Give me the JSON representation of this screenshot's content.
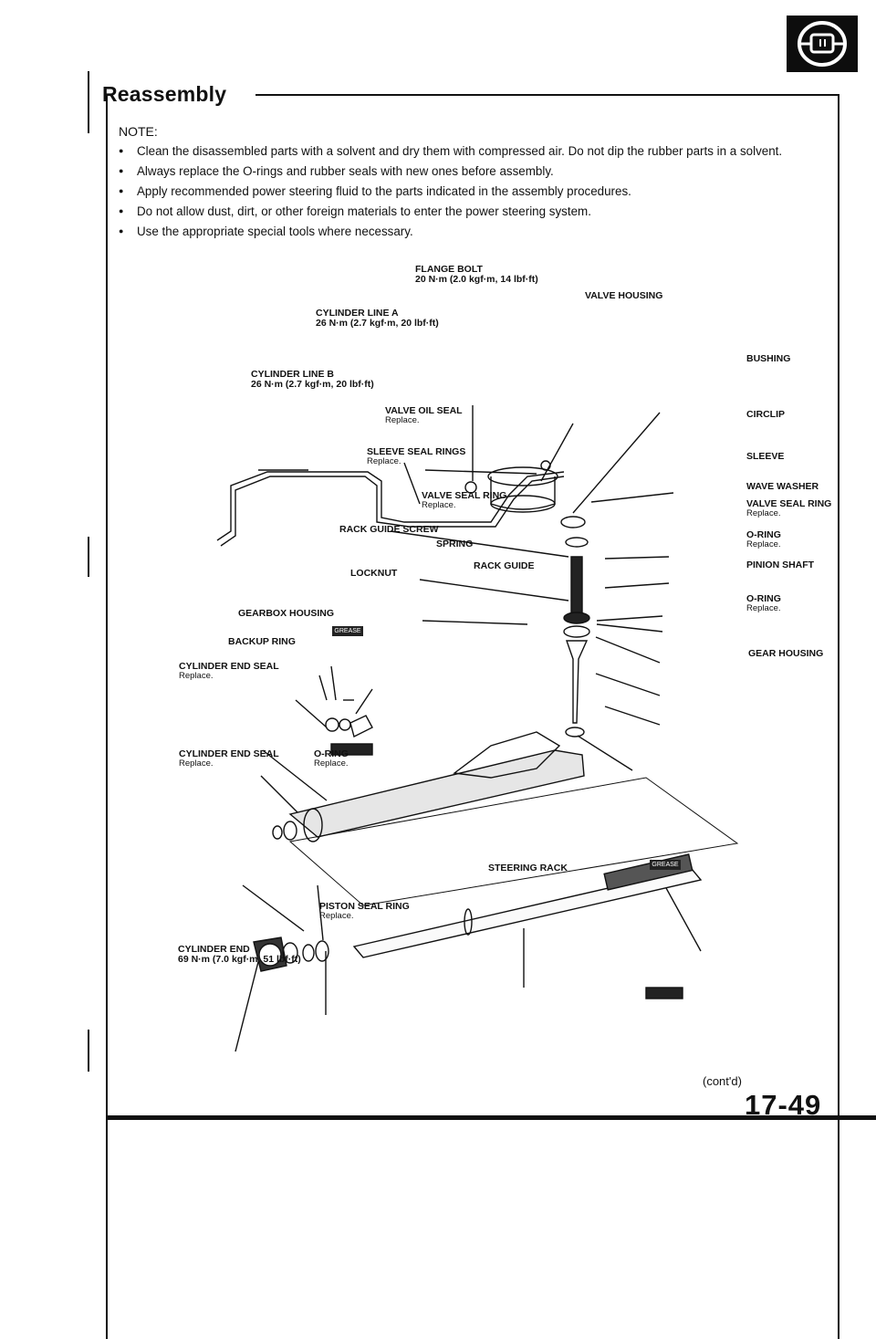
{
  "header": {
    "title": "Reassembly",
    "icon": "steering-wheel-icon"
  },
  "note": {
    "label": "NOTE:",
    "items": [
      "Clean the disassembled parts with a solvent and dry them with compressed air. Do not dip the rubber parts in a solvent.",
      "Always replace the O-rings and rubber seals with new ones before assembly.",
      "Apply recommended power steering fluid to the parts indicated in the assembly procedures.",
      "Do not allow dust, dirt, or other foreign materials to enter the power steering system.",
      "Use the appropriate special tools where necessary."
    ]
  },
  "diagram": {
    "flange_bolt": "FLANGE BOLT",
    "flange_bolt_torque": "20 N·m (2.0 kgf·m, 14 lbf·ft)",
    "valve_housing": "VALVE HOUSING",
    "cylinder_line_a": "CYLINDER LINE A",
    "cylinder_line_a_torque": "26 N·m (2.7 kgf·m, 20 lbf·ft)",
    "bushing": "BUSHING",
    "cylinder_line_b": "CYLINDER LINE B",
    "cylinder_line_b_torque": "26 N·m (2.7 kgf·m, 20 lbf·ft)",
    "valve_oil_seal": "VALVE OIL SEAL",
    "replace": "Replace.",
    "circlip": "CIRCLIP",
    "sleeve_seal_rings": "SLEEVE SEAL RINGS",
    "sleeve": "SLEEVE",
    "wave_washer": "WAVE WASHER",
    "valve_seal_ring": "VALVE SEAL RING",
    "valve_seal_ring_right": "VALVE SEAL RING",
    "rack_guide_screw": "RACK GUIDE SCREW",
    "o_ring": "O-RING",
    "spring": "SPRING",
    "rack_guide": "RACK GUIDE",
    "locknut": "LOCKNUT",
    "pinion_shaft": "PINION SHAFT",
    "gearbox_housing": "GEARBOX HOUSING",
    "backup_ring": "BACKUP RING",
    "gear_housing": "GEAR HOUSING",
    "cylinder_end_seal": "CYLINDER END SEAL",
    "steering_rack": "STEERING RACK",
    "piston_seal_ring": "PISTON SEAL RING",
    "cylinder_end": "CYLINDER END",
    "cylinder_end_torque": "69 N·m (7.0 kgf·m, 51 lbf·ft)",
    "grease_tag": "GREASE"
  },
  "footer": {
    "continued": "(cont'd)",
    "page_number": "17-49"
  }
}
